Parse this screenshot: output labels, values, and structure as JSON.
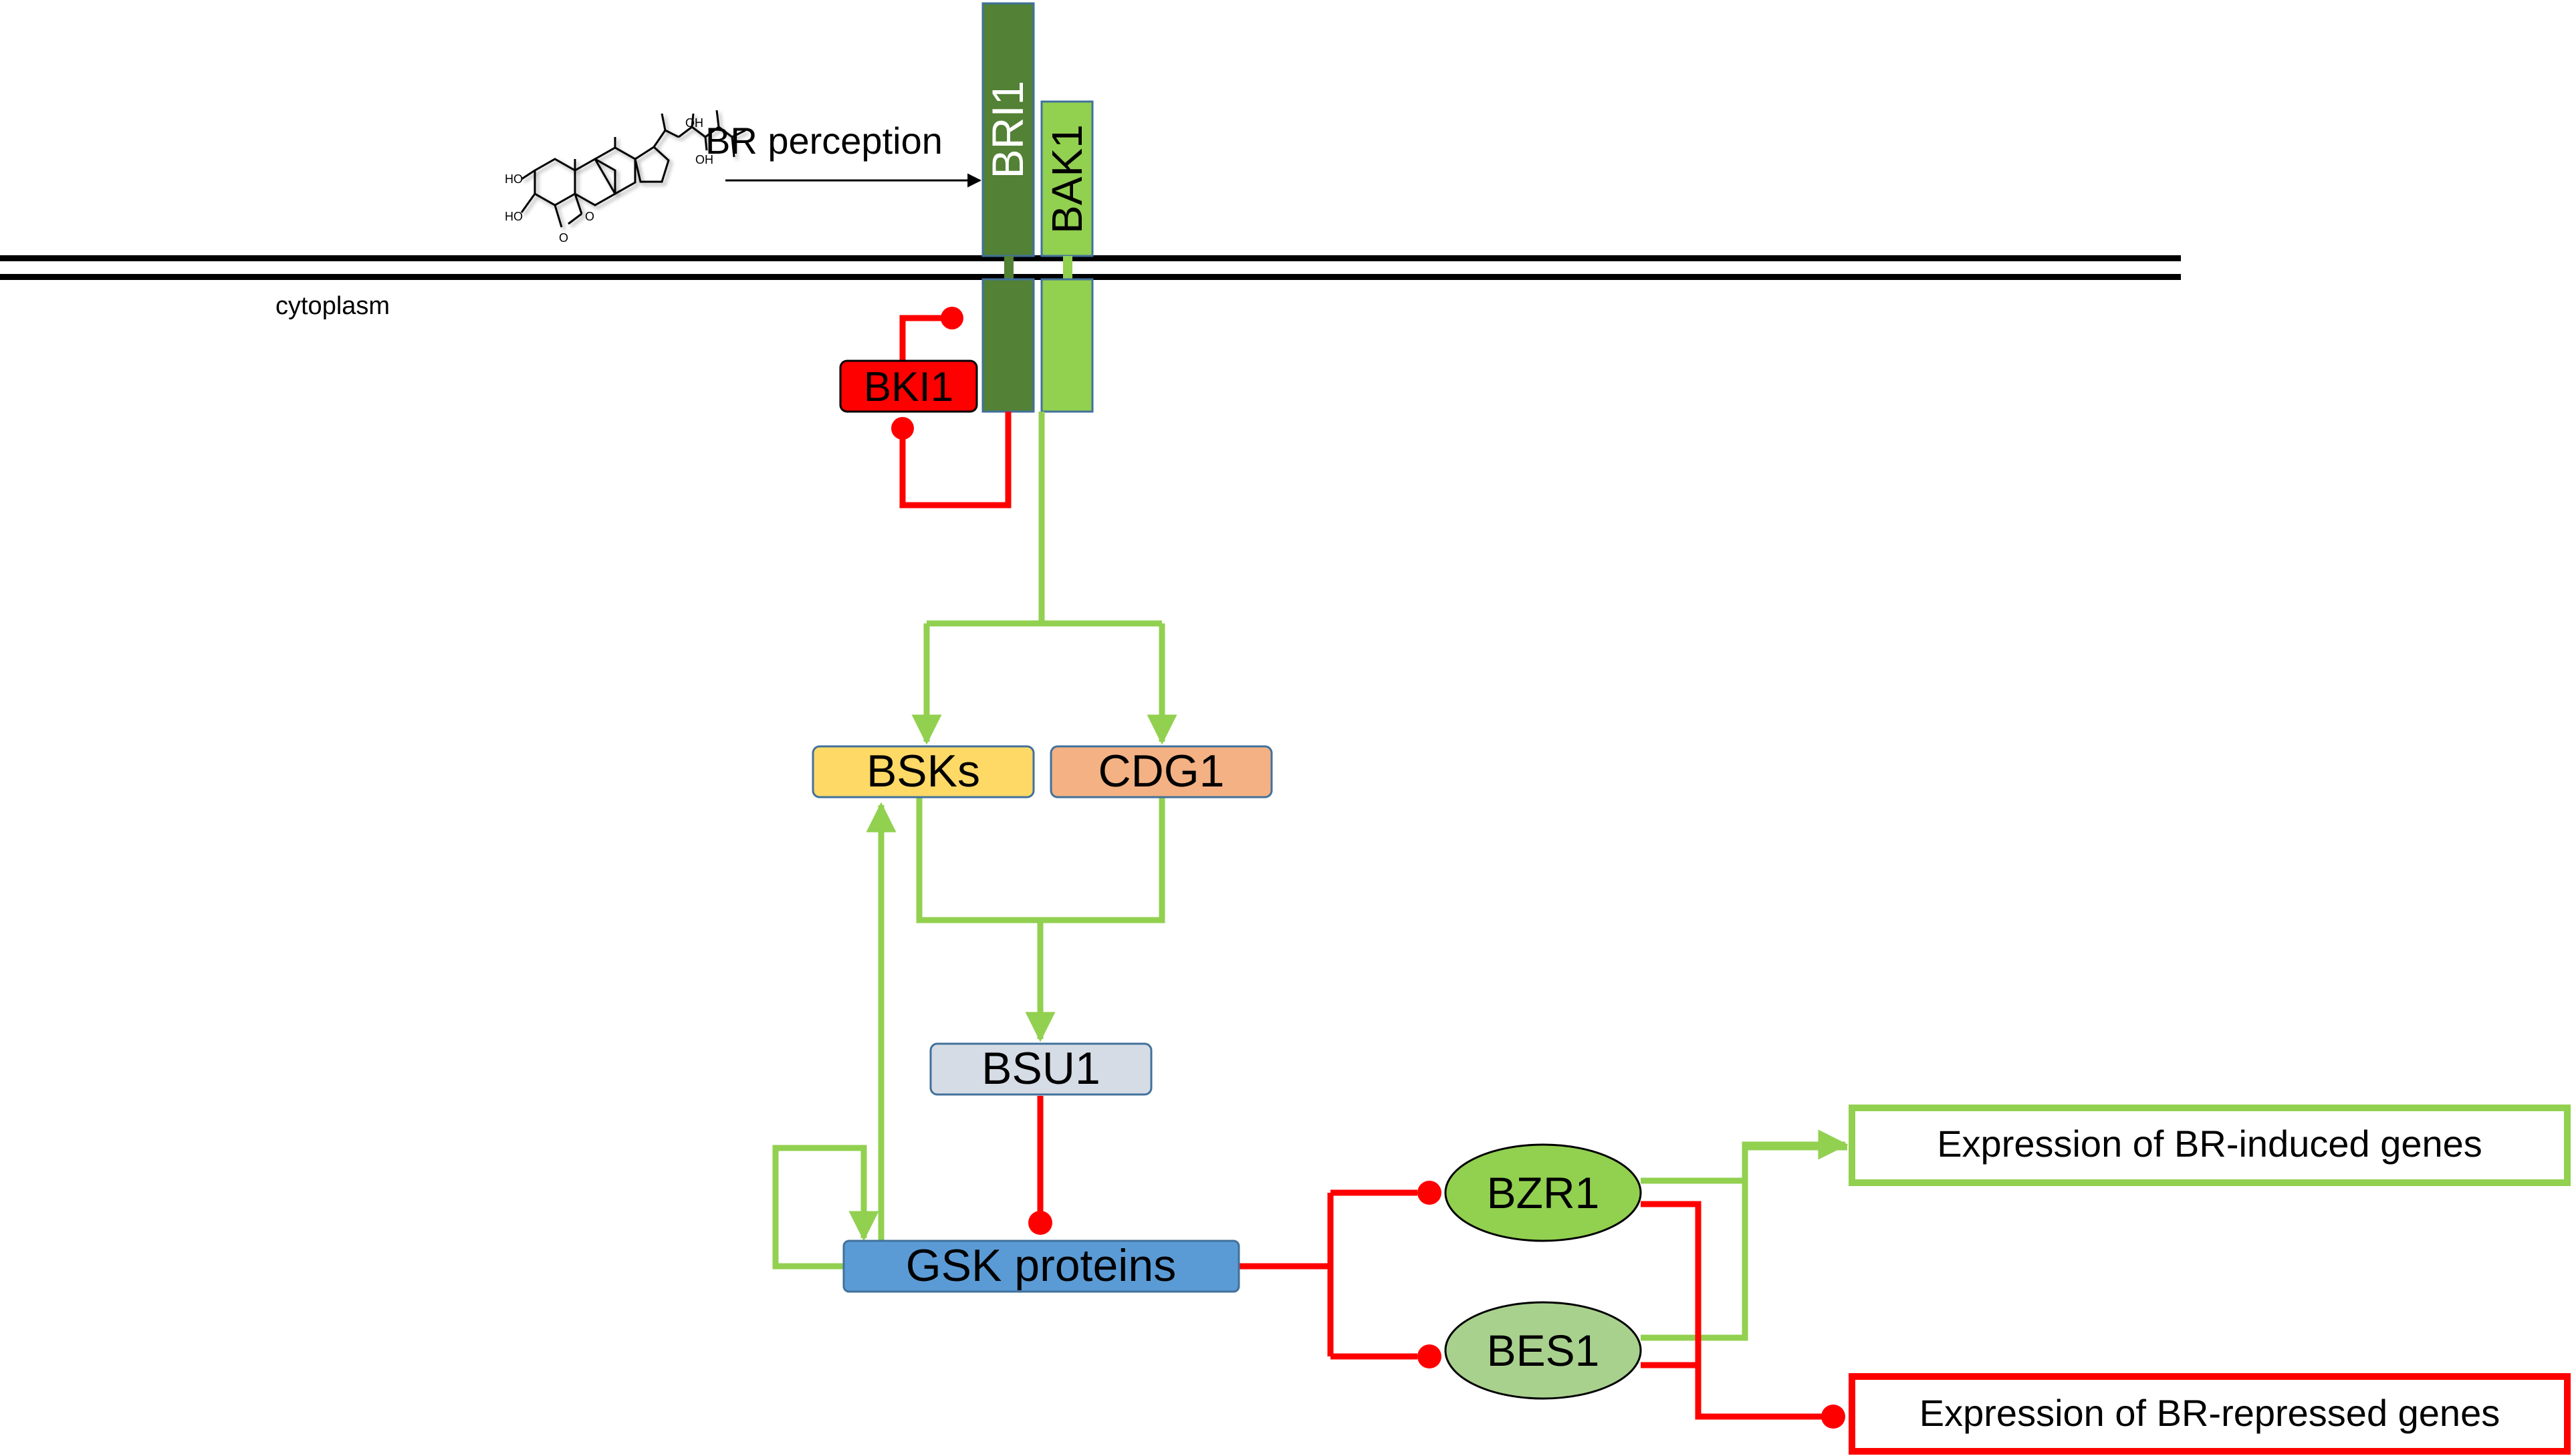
{
  "labels": {
    "bri1": "BRI1",
    "bak1": "BAK1",
    "br_perception": "BR perception",
    "cytoplasm": "cytoplasm",
    "bki1": "BKI1",
    "bsks": "BSKs",
    "cdg1": "CDG1",
    "bsu1": "BSU1",
    "gsk": "GSK proteins",
    "bzr1": "BZR1",
    "bes1": "BES1",
    "induced": "Expression of BR-induced genes",
    "repressed": "Expression of BR-repressed genes"
  },
  "molecule": {
    "oh_labels": [
      "HO",
      "HO",
      "OH",
      "OH",
      "O",
      "O"
    ]
  },
  "colors": {
    "activation": "#92D050",
    "inhibition": "#FF0000",
    "bri1": "#538135",
    "bak1": "#92D050",
    "bki1": "#FF0000",
    "bsks": "#FFD966",
    "cdg1": "#F4B183",
    "bsu1": "#D6DCE5",
    "gsk": "#5B9BD5",
    "bzr1": "#92D050",
    "bes1": "#A9D18E",
    "border": "#41719C"
  }
}
